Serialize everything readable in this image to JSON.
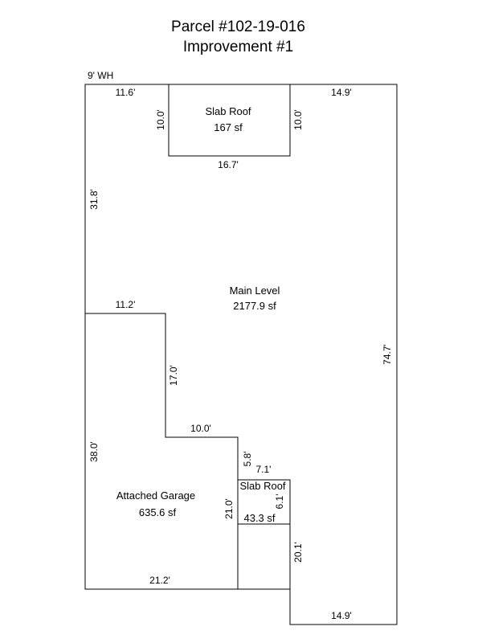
{
  "parcel": {
    "title": "Parcel #102-19-016",
    "subtitle": "Improvement #1"
  },
  "notes": {
    "wh": "9' WH"
  },
  "areas": {
    "slab_roof_top": {
      "name": "Slab Roof",
      "area": "167 sf"
    },
    "main_level": {
      "name": "Main Level",
      "area": "2177.9 sf"
    },
    "attached_garage": {
      "name": "Attached Garage",
      "area": "635.6 sf"
    },
    "slab_roof_small": {
      "name": "Slab Roof",
      "area": "43.3 sf"
    }
  },
  "dimensions": {
    "top_left": "11.6'",
    "top_right": "14.9'",
    "slab_left": "10.0'",
    "slab_right": "10.0'",
    "slab_bottom": "16.7'",
    "left_upper": "31.8'",
    "notch_top": "11.2'",
    "notch_vertical": "17.0'",
    "step_horizontal": "10.0'",
    "left_lower": "38.0'",
    "right_side": "74.7'",
    "small_vertical": "5.8'",
    "small_slab_width": "7.1'",
    "small_slab_height": "6.1'",
    "garage_right": "21.0'",
    "lower_vertical": "20.1'",
    "garage_bottom": "21.2'",
    "bottom_right": "14.9'"
  }
}
